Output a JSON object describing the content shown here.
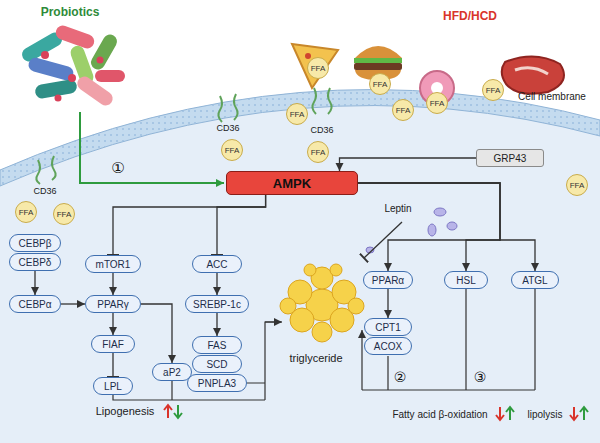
{
  "diagram": {
    "nodes": [
      {
        "text": [
          "AMPK"
        ]
      },
      {
        "text": [
          "GRP43"
        ]
      },
      {
        "text": [
          "CEBPβ"
        ]
      },
      {
        "text": [
          "CEBPδ"
        ]
      },
      {
        "text": [
          "CEBPα"
        ]
      },
      {
        "text": [
          "mTOR1"
        ]
      },
      {
        "text": [
          "PPARγ"
        ]
      },
      {
        "text": [
          "FIAF"
        ]
      },
      {
        "text": [
          "LPL"
        ]
      },
      {
        "text": [
          "aP2"
        ]
      },
      {
        "text": [
          "ACC"
        ]
      },
      {
        "text": [
          "SREBP-1c"
        ]
      },
      {
        "text": [
          "FAS"
        ]
      },
      {
        "text": [
          "SCD"
        ]
      },
      {
        "text": [
          "PNPLA3"
        ]
      },
      {
        "text": [
          "PPARα"
        ]
      },
      {
        "text": [
          "HSL"
        ]
      },
      {
        "text": [
          "ATGL"
        ]
      },
      {
        "text": [
          "CPT1"
        ]
      },
      {
        "text": [
          "ACOX"
        ]
      },
      {
        "text": [
          "FFA"
        ]
      },
      {
        "text": [
          "FFA"
        ]
      },
      {
        "text": [
          "FFA"
        ]
      },
      {
        "text": [
          "FFA"
        ]
      },
      {
        "text": [
          "FFA"
        ]
      },
      {
        "text": [
          "FFA"
        ]
      },
      {
        "text": [
          "FFA"
        ]
      },
      {
        "text": [
          "FFA"
        ]
      },
      {
        "text": [
          "FFA"
        ]
      },
      {
        "text": [
          "FFA"
        ]
      },
      {
        "text": [
          "FFA"
        ]
      }
    ],
    "edges": [
      {
        "from": 1,
        "to": 0,
        "arrow": "to"
      },
      {
        "from": 0,
        "to": 5,
        "arrow": "to"
      },
      {
        "from": 0,
        "to": 10,
        "arrow": "to"
      },
      {
        "from": 0,
        "to": 15,
        "arrow": "to"
      },
      {
        "from": 0,
        "to": 16,
        "arrow": "to"
      },
      {
        "from": 0,
        "to": 17,
        "arrow": "to"
      },
      {
        "from": 3,
        "to": 4,
        "arrow": "to"
      },
      {
        "from": 4,
        "to": 6,
        "arrow": "to"
      },
      {
        "from": 5,
        "to": 6,
        "arrow": "to"
      },
      {
        "from": 6,
        "to": 7,
        "arrow": "to"
      },
      {
        "from": 7,
        "to": 8,
        "arrow": "to"
      },
      {
        "from": 6,
        "to": 9,
        "arrow": "to"
      },
      {
        "from": 10,
        "to": 11,
        "arrow": "to"
      },
      {
        "from": 11,
        "to": 12,
        "arrow": "to"
      },
      {
        "from": 15,
        "to": 18,
        "arrow": "to"
      }
    ],
    "labels": [
      "Probiotics",
      "HFD/HCD",
      "Cell membrane",
      "CD36",
      "CD36",
      "CD36",
      "①",
      "Leptin",
      "triglyceride",
      "Lipogenesis",
      "②",
      "③",
      "Fatty acid β-oxidation",
      "lipolysis"
    ]
  }
}
